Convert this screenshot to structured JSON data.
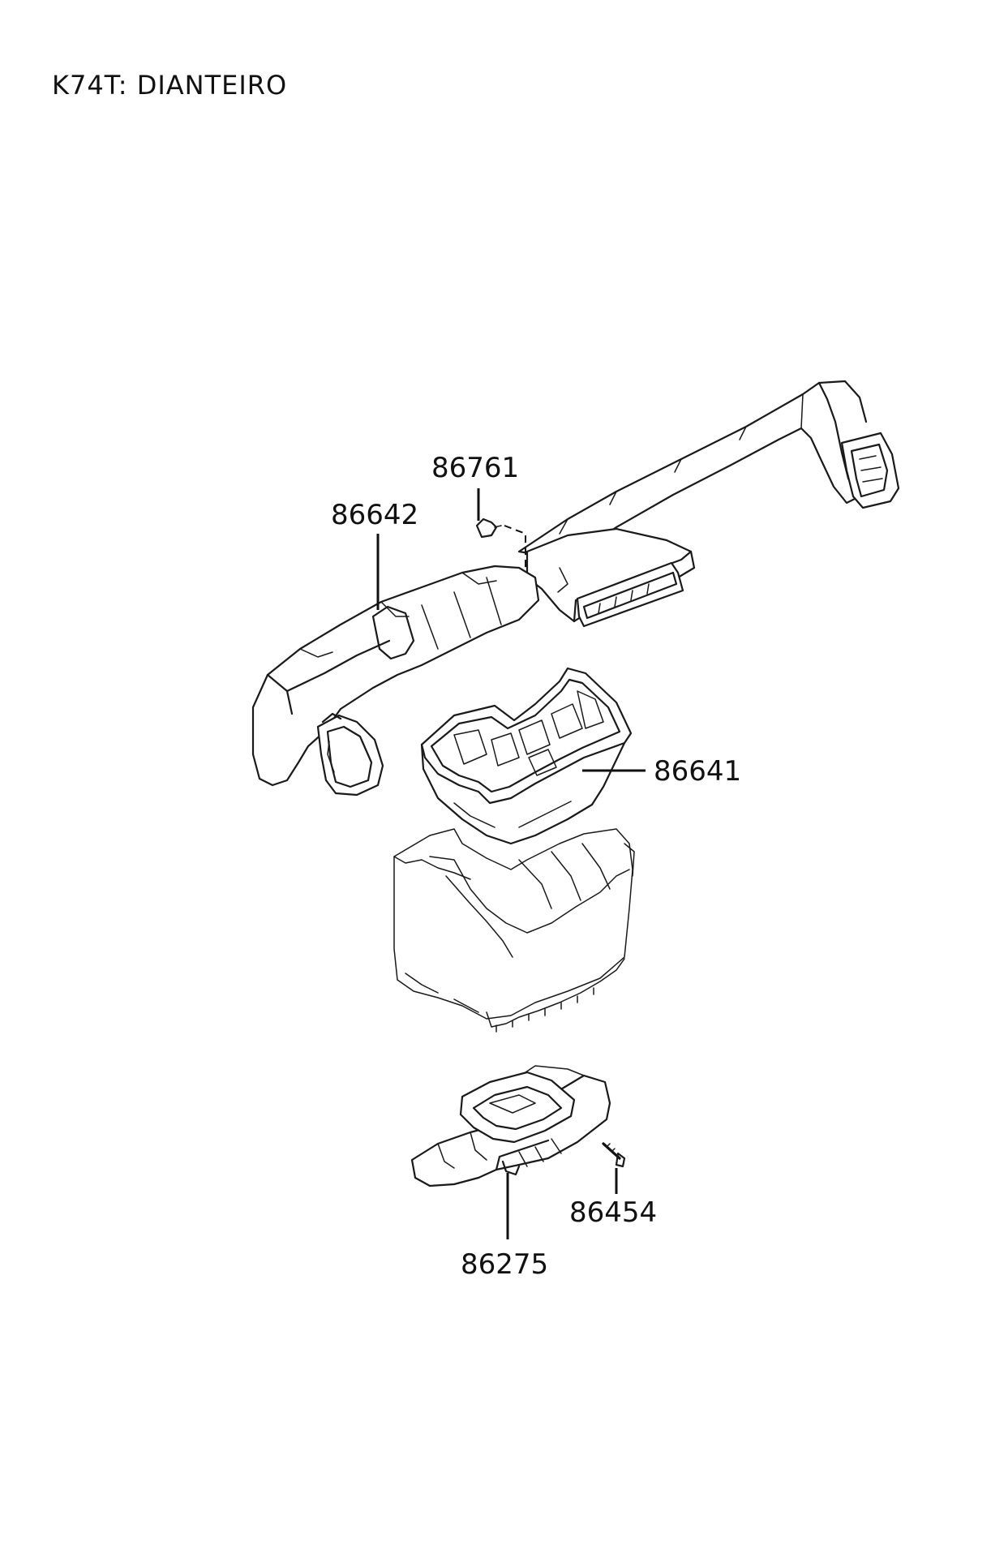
{
  "title": "K74T: DIANTEIRO",
  "parts": {
    "p86761": "86761",
    "p86642": "86642",
    "p86641": "86641",
    "p86454": "86454",
    "p86275": "86275"
  }
}
